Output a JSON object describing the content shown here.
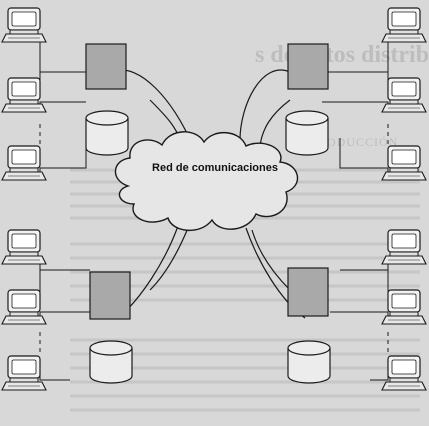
{
  "network_label": "Red de comunicaciones",
  "background_page": {
    "heading": "s de datos distribuidas",
    "section_title": "NTRODUCCIÓN"
  },
  "colors": {
    "page": "#d8d8d8",
    "ink": "#1a1a1a",
    "server": "#a9a9a9",
    "screen": "#f2f2f2",
    "bleed_text": "#bdbdbd"
  },
  "icons": [
    "computer-terminal-icon",
    "server-box-icon",
    "database-cylinder-icon",
    "network-cloud-icon"
  ]
}
